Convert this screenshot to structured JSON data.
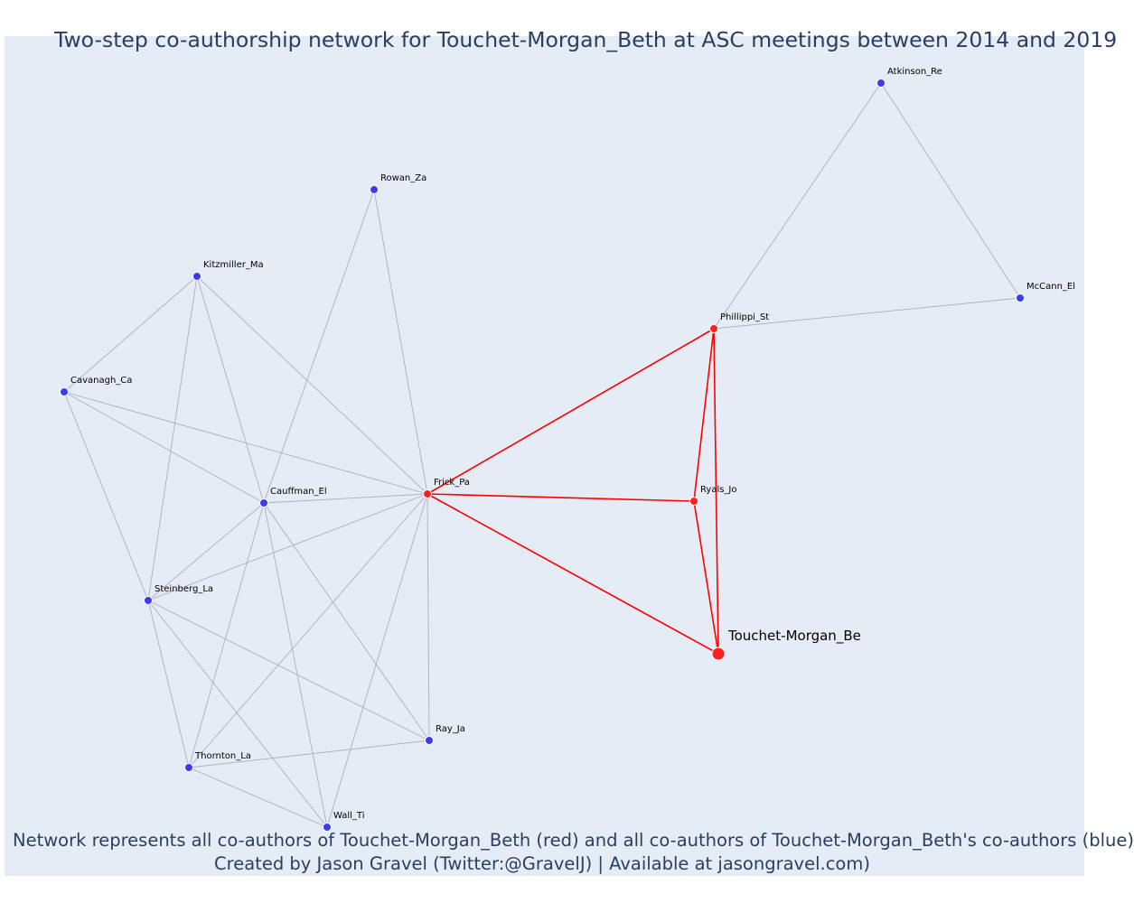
{
  "title": "Two-step co-authorship network for Touchet-Morgan_Beth at ASC meetings between 2014 and 2019",
  "caption": {
    "line1": "Network represents all co-authors of Touchet-Morgan_Beth (red) and all co-authors of Touchet-Morgan_Beth's co-authors (blue)",
    "line2": "Created by Jason Gravel (Twitter:@GravelJ) | Available at jasongravel.com)"
  },
  "colors": {
    "plot_background": "#e5ecf6",
    "coauthor_red": "#ff1f1f",
    "second_step_blue": "#3b3bf0",
    "red_edge": "#ff0000",
    "grey_edge": "#aab0c0",
    "text": "#2a3f5f"
  },
  "chart_data": {
    "type": "network",
    "nodes": [
      {
        "id": "Touchet-Morgan_Be",
        "label": "Touchet-Morgan_Be",
        "group": "focal"
      },
      {
        "id": "Frick_Pa",
        "label": "Frick_Pa",
        "group": "coauthor"
      },
      {
        "id": "Ryals_Jo",
        "label": "Ryals_Jo",
        "group": "coauthor"
      },
      {
        "id": "Phillippi_St",
        "label": "Phillippi_St",
        "group": "coauthor"
      },
      {
        "id": "Atkinson_Re",
        "label": "Atkinson_Re",
        "group": "second-step"
      },
      {
        "id": "McCann_El",
        "label": "McCann_El",
        "group": "second-step"
      },
      {
        "id": "Rowan_Za",
        "label": "Rowan_Za",
        "group": "second-step"
      },
      {
        "id": "Kitzmiller_Ma",
        "label": "Kitzmiller_Ma",
        "group": "second-step"
      },
      {
        "id": "Cavanagh_Ca",
        "label": "Cavanagh_Ca",
        "group": "second-step"
      },
      {
        "id": "Cauffman_El",
        "label": "Cauffman_El",
        "group": "second-step"
      },
      {
        "id": "Steinberg_La",
        "label": "Steinberg_La",
        "group": "second-step"
      },
      {
        "id": "Ray_Ja",
        "label": "Ray_Ja",
        "group": "second-step"
      },
      {
        "id": "Thornton_La",
        "label": "Thornton_La",
        "group": "second-step"
      },
      {
        "id": "Wall_Ti",
        "label": "Wall_Ti",
        "group": "second-step"
      }
    ],
    "edges": [
      {
        "source": "Touchet-Morgan_Be",
        "target": "Frick_Pa",
        "type": "coauthor"
      },
      {
        "source": "Touchet-Morgan_Be",
        "target": "Ryals_Jo",
        "type": "coauthor"
      },
      {
        "source": "Touchet-Morgan_Be",
        "target": "Phillippi_St",
        "type": "coauthor"
      },
      {
        "source": "Frick_Pa",
        "target": "Ryals_Jo",
        "type": "coauthor"
      },
      {
        "source": "Frick_Pa",
        "target": "Phillippi_St",
        "type": "coauthor"
      },
      {
        "source": "Ryals_Jo",
        "target": "Phillippi_St",
        "type": "coauthor"
      },
      {
        "source": "Phillippi_St",
        "target": "Atkinson_Re",
        "type": "second-step"
      },
      {
        "source": "Phillippi_St",
        "target": "McCann_El",
        "type": "second-step"
      },
      {
        "source": "Atkinson_Re",
        "target": "McCann_El",
        "type": "second-step"
      },
      {
        "source": "Frick_Pa",
        "target": "Rowan_Za",
        "type": "second-step"
      },
      {
        "source": "Frick_Pa",
        "target": "Kitzmiller_Ma",
        "type": "second-step"
      },
      {
        "source": "Frick_Pa",
        "target": "Cavanagh_Ca",
        "type": "second-step"
      },
      {
        "source": "Frick_Pa",
        "target": "Cauffman_El",
        "type": "second-step"
      },
      {
        "source": "Frick_Pa",
        "target": "Steinberg_La",
        "type": "second-step"
      },
      {
        "source": "Frick_Pa",
        "target": "Thornton_La",
        "type": "second-step"
      },
      {
        "source": "Frick_Pa",
        "target": "Wall_Ti",
        "type": "second-step"
      },
      {
        "source": "Frick_Pa",
        "target": "Ray_Ja",
        "type": "second-step"
      },
      {
        "source": "Rowan_Za",
        "target": "Cauffman_El",
        "type": "second-step"
      },
      {
        "source": "Kitzmiller_Ma",
        "target": "Cavanagh_Ca",
        "type": "second-step"
      },
      {
        "source": "Kitzmiller_Ma",
        "target": "Cauffman_El",
        "type": "second-step"
      },
      {
        "source": "Kitzmiller_Ma",
        "target": "Steinberg_La",
        "type": "second-step"
      },
      {
        "source": "Cavanagh_Ca",
        "target": "Cauffman_El",
        "type": "second-step"
      },
      {
        "source": "Cavanagh_Ca",
        "target": "Steinberg_La",
        "type": "second-step"
      },
      {
        "source": "Cauffman_El",
        "target": "Steinberg_La",
        "type": "second-step"
      },
      {
        "source": "Cauffman_El",
        "target": "Thornton_La",
        "type": "second-step"
      },
      {
        "source": "Cauffman_El",
        "target": "Wall_Ti",
        "type": "second-step"
      },
      {
        "source": "Cauffman_El",
        "target": "Ray_Ja",
        "type": "second-step"
      },
      {
        "source": "Steinberg_La",
        "target": "Thornton_La",
        "type": "second-step"
      },
      {
        "source": "Steinberg_La",
        "target": "Wall_Ti",
        "type": "second-step"
      },
      {
        "source": "Steinberg_La",
        "target": "Ray_Ja",
        "type": "second-step"
      },
      {
        "source": "Thornton_La",
        "target": "Ray_Ja",
        "type": "second-step"
      },
      {
        "source": "Thornton_La",
        "target": "Wall_Ti",
        "type": "second-step"
      }
    ]
  }
}
